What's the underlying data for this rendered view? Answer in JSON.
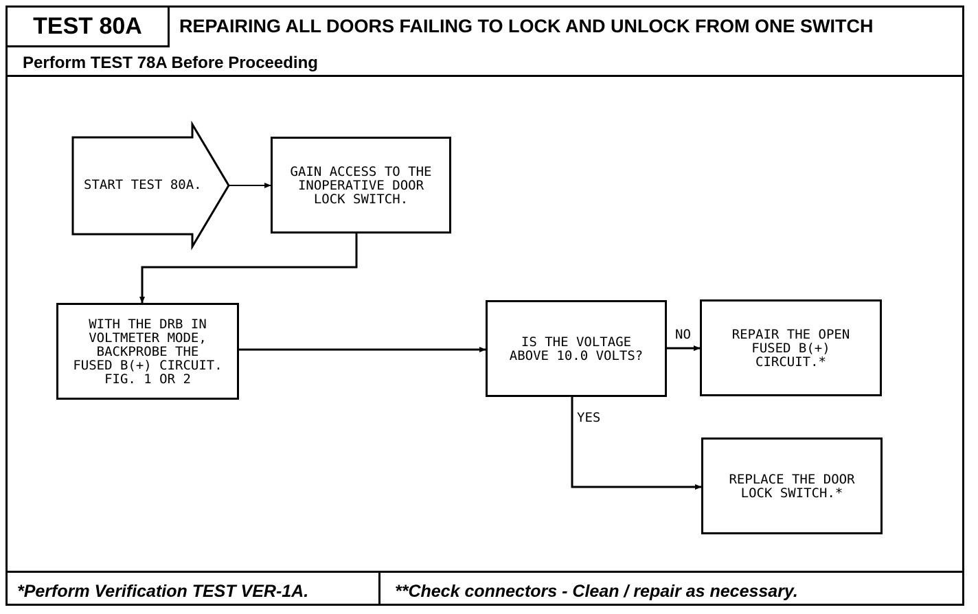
{
  "header": {
    "test_id": "TEST 80A",
    "title": "REPAIRING ALL DOORS FAILING TO LOCK AND UNLOCK FROM ONE SWITCH",
    "subtitle": "Perform TEST 78A Before Proceeding"
  },
  "flow": {
    "start": "START TEST 80A.",
    "gain_access": "GAIN ACCESS TO THE\nINOPERATIVE DOOR\nLOCK SWITCH.",
    "backprobe": "WITH THE DRB IN\nVOLTMETER MODE,\nBACKPROBE THE\nFUSED B(+) CIRCUIT.\nFIG. 1 OR 2",
    "question": "IS THE VOLTAGE\nABOVE 10.0 VOLTS?",
    "repair": "REPAIR THE OPEN\nFUSED B(+)\nCIRCUIT.*",
    "replace": "REPLACE THE DOOR\nLOCK SWITCH.*",
    "label_no": "NO",
    "label_yes": "YES"
  },
  "footer": {
    "left": "*Perform Verification TEST VER-1A.",
    "right": "**Check connectors - Clean / repair as necessary."
  }
}
